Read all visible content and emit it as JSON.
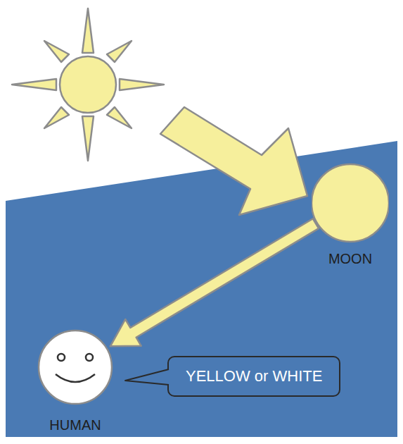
{
  "diagram": {
    "nodes": [
      {
        "text": [
          "MOON"
        ]
      },
      {
        "text": [
          "HUMAN"
        ]
      },
      {
        "text": [
          "YELLOW or WHITE"
        ]
      }
    ],
    "edges": [
      {
        "from": 0,
        "to": 1,
        "arrow": "to"
      }
    ]
  }
}
